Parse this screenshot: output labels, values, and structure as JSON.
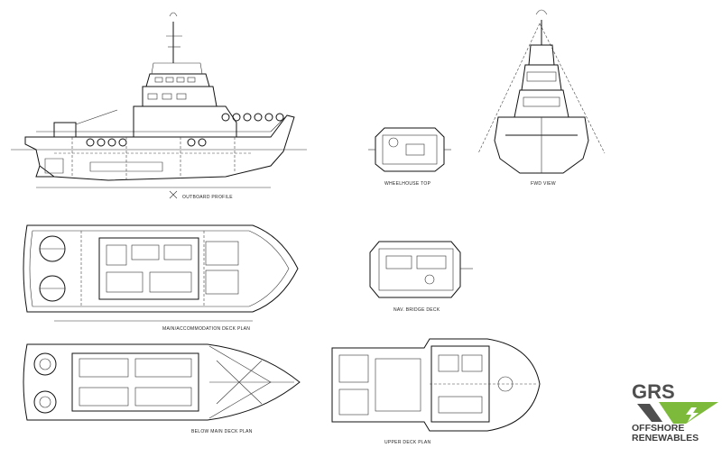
{
  "views": [
    {
      "id": "outboard",
      "caption": "OUTBOARD PROFILE"
    },
    {
      "id": "wheelhouse",
      "caption": "WHEELHOUSE TOP"
    },
    {
      "id": "front",
      "caption": "FWD VIEW"
    },
    {
      "id": "main-deck",
      "caption": "MAIN/ACCOMMODATION DECK PLAN"
    },
    {
      "id": "nav-bridge",
      "caption": "NAV. BRIDGE DECK"
    },
    {
      "id": "below-main",
      "caption": "BELOW MAIN DECK PLAN"
    },
    {
      "id": "upper-deck",
      "caption": "UPPER DECK PLAN"
    }
  ],
  "logo": {
    "mark": "GRS",
    "line1": "OFFSHORE",
    "line2": "RENEWABLES",
    "colors": {
      "green": "#7dba3c",
      "gray": "#4f4f4f"
    }
  }
}
